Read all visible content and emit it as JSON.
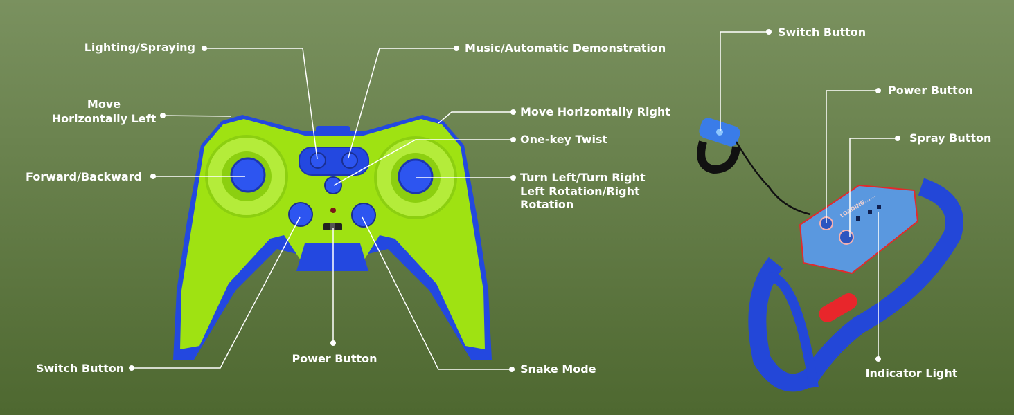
{
  "controller": {
    "labels": {
      "lighting_spraying": "Lighting/Spraying",
      "music_demo": "Music/Automatic Demonstration",
      "move_left_1": "Move",
      "move_left_2": "Horizontally Left",
      "move_right": "Move Horizontally Right",
      "one_key_twist": "One-key Twist",
      "forward_backward": "Forward/Backward",
      "turn_1": "Turn Left/Turn Right",
      "turn_2": "Left Rotation/Right",
      "turn_3": "Rotation",
      "switch_button": "Switch Button",
      "power_button": "Power Button",
      "snake_mode": "Snake Mode"
    }
  },
  "wristband": {
    "labels": {
      "switch_button": "Switch Button",
      "power_button": "Power Button",
      "spray_button": "Spray Button",
      "indicator_light": "Indicator Light"
    },
    "screen_text": "LOADING......"
  },
  "colors": {
    "green": "#9fe212",
    "blue": "#2348e0",
    "red": "#e8262b",
    "bg_top": "#7a915f",
    "bg_bottom": "#4e6830"
  }
}
